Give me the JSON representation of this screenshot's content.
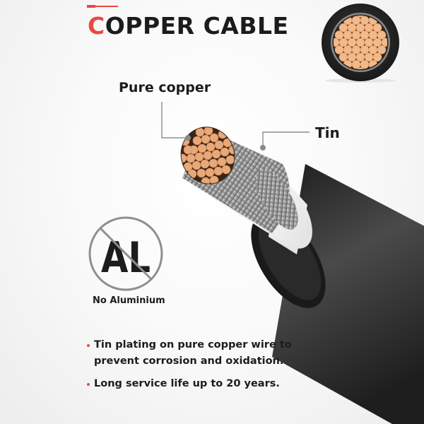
{
  "header": {
    "title_first_letter": "C",
    "title_rest": "OPPER CABLE",
    "accent_color": "#e84a43"
  },
  "callouts": {
    "pure_copper": "Pure copper",
    "tin": "Tin"
  },
  "badge": {
    "symbol_text": "AL",
    "label": "No Aluminium"
  },
  "features": [
    {
      "text": "Tin plating on pure copper wire to prevent corrosion and oxidation."
    },
    {
      "text": "Long service life up to 20 years."
    }
  ],
  "icons": {
    "cross_section": "cable-cross-section-icon",
    "prohibited": "no-aluminium-icon",
    "cable": "copper-cable-illustration"
  },
  "colors": {
    "copper": "#e8a877",
    "tin": "#c9c9c9",
    "insulation": "#f2f2f2",
    "jacket": "#2a2a2a",
    "text": "#1c1c1c"
  }
}
